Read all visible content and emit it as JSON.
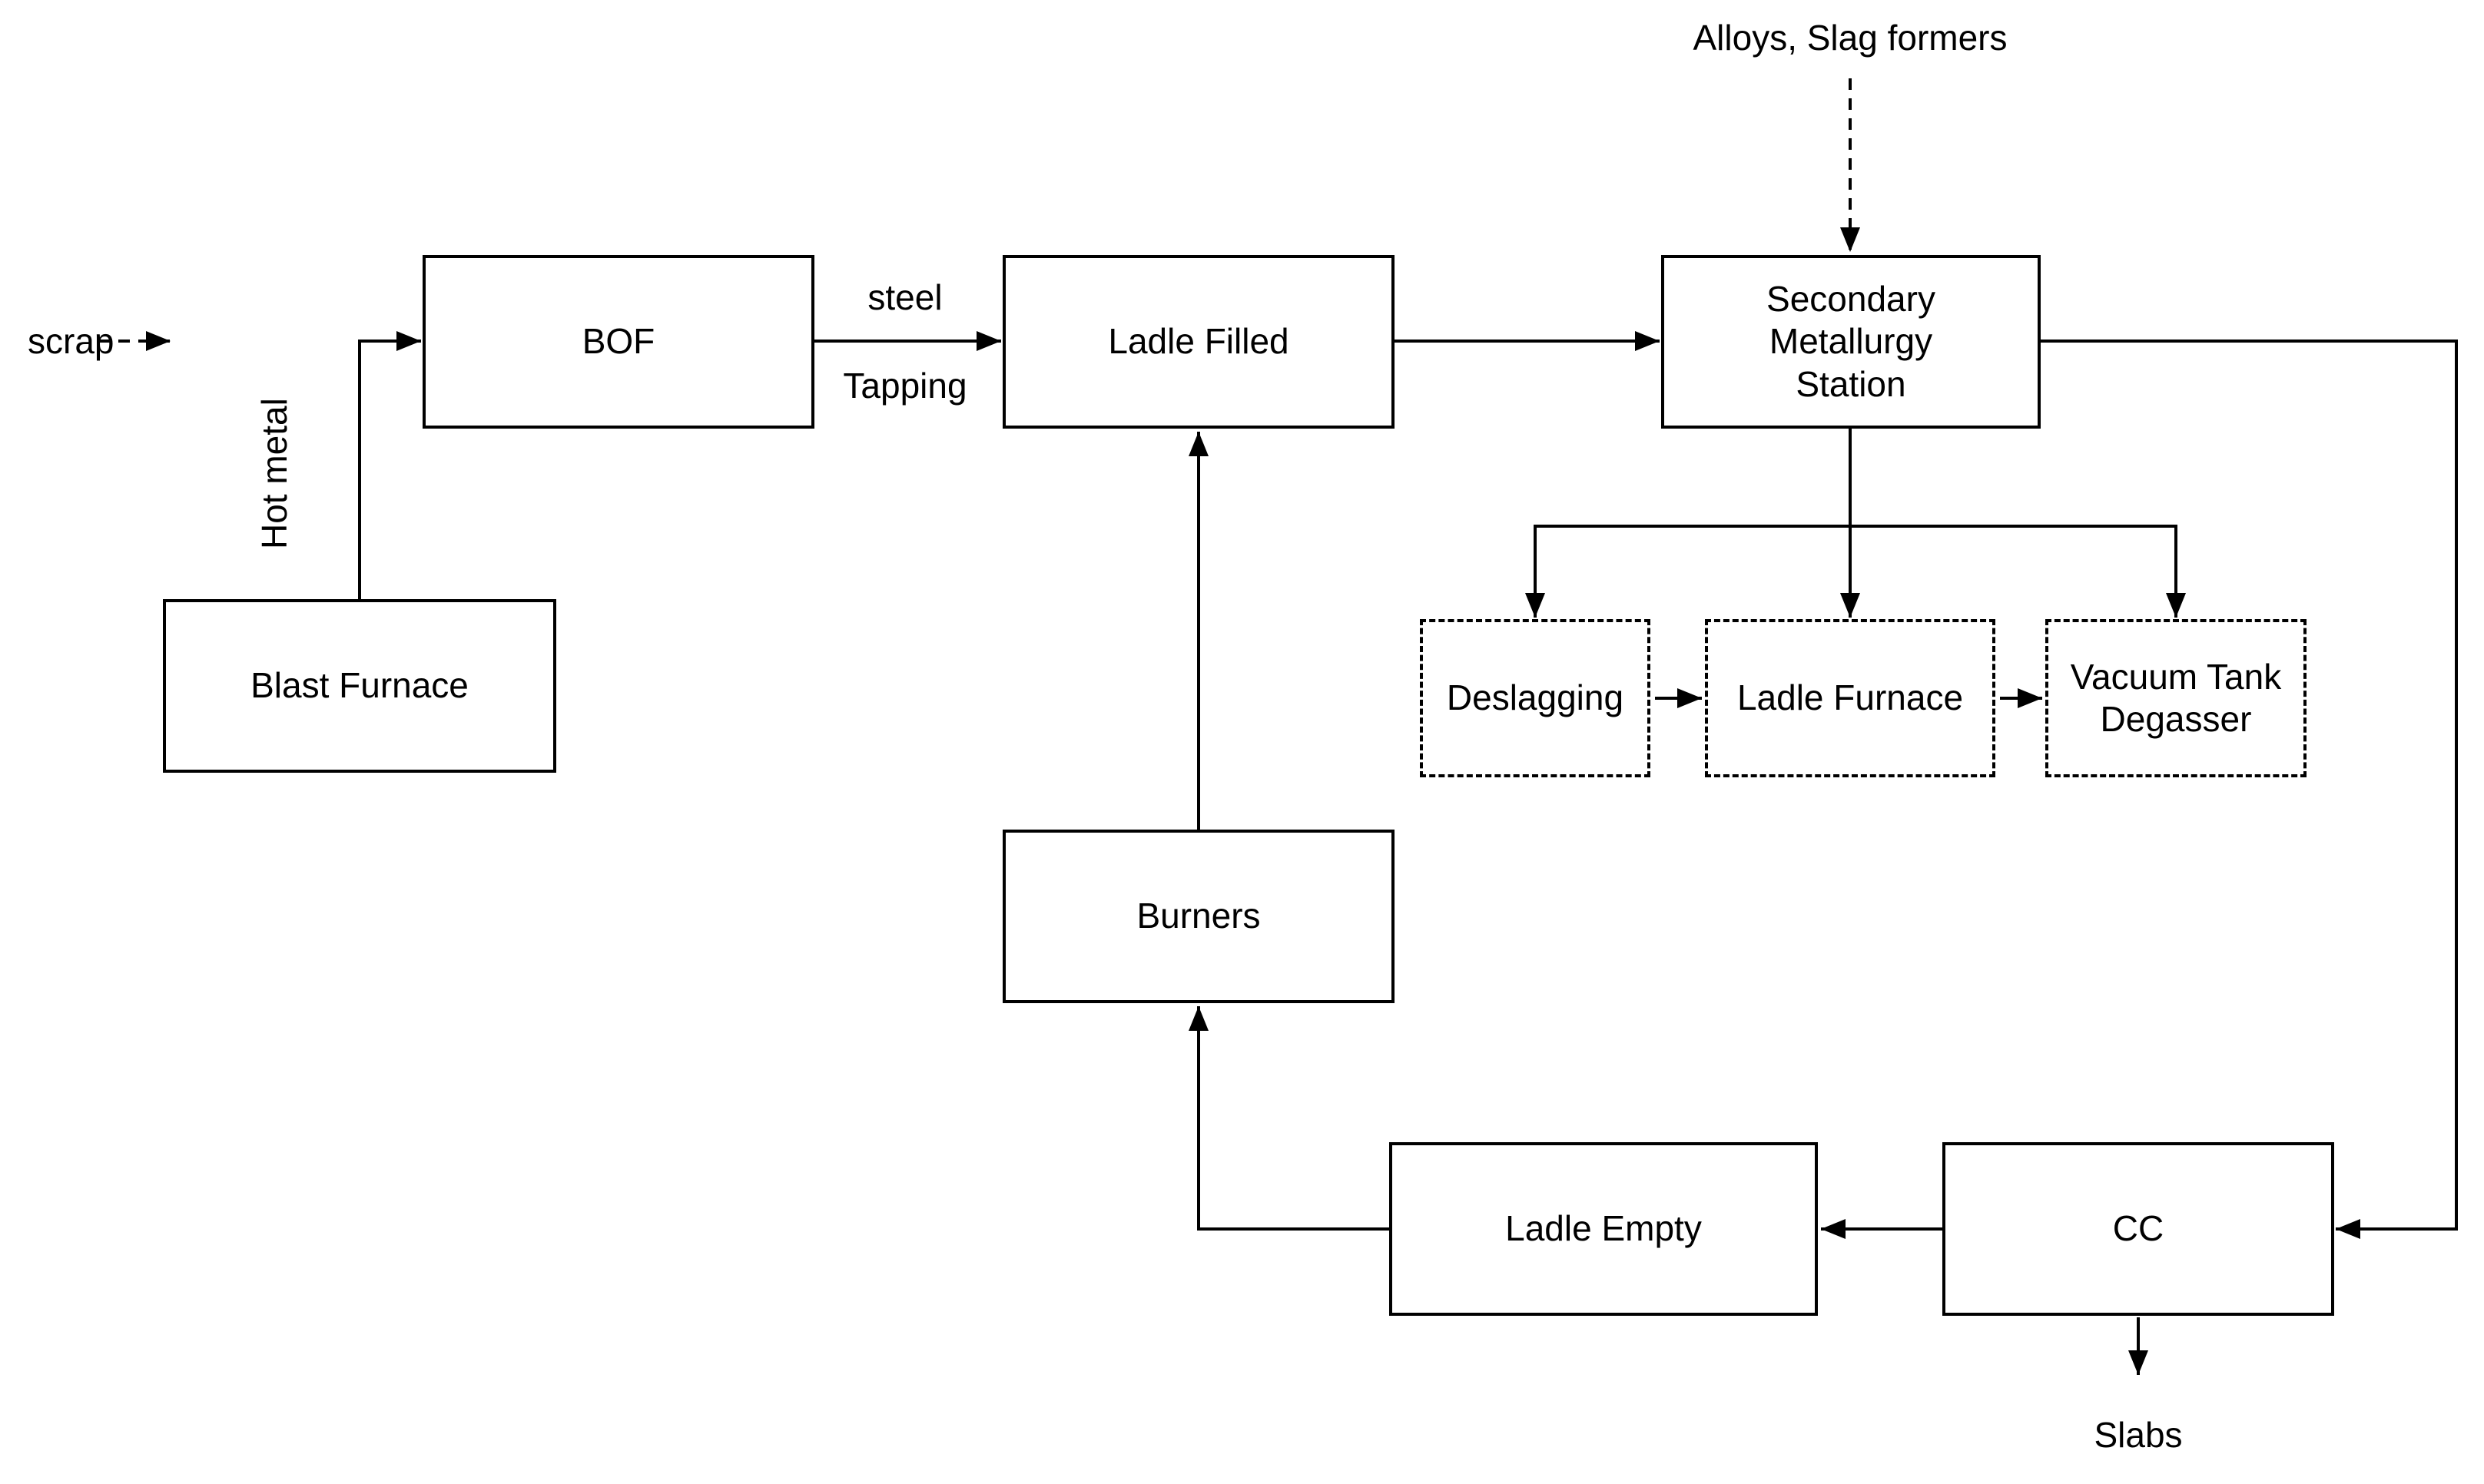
{
  "nodes": {
    "bof": {
      "label": "BOF"
    },
    "ladle_filled": {
      "label": "Ladle Filled"
    },
    "secondary_metallurgy_station": {
      "label": "Secondary\nMetallurgy\nStation"
    },
    "blast_furnace": {
      "label": "Blast Furnace"
    },
    "burners": {
      "label": "Burners"
    },
    "ladle_empty": {
      "label": "Ladle Empty"
    },
    "cc": {
      "label": "CC"
    },
    "deslagging": {
      "label": "Deslagging"
    },
    "ladle_furnace": {
      "label": "Ladle Furnace"
    },
    "vacuum_tank_degasser": {
      "label": "Vacuum Tank\nDegasser"
    }
  },
  "edge_labels": {
    "scrap": "scrap",
    "hot_metal": "Hot metal",
    "steel": "steel",
    "tapping": "Tapping",
    "alloys_slag_formers": "Alloys, Slag formers",
    "slabs": "Slabs"
  },
  "edges": [
    {
      "from": "scrap",
      "to": "bof-input-junction",
      "style": "dashed-arrow"
    },
    {
      "from": "blast_furnace",
      "to": "bof",
      "style": "solid-arrow",
      "label": "Hot metal"
    },
    {
      "from": "bof",
      "to": "ladle_filled",
      "style": "solid-arrow",
      "label": "steel / Tapping"
    },
    {
      "from": "ladle_filled",
      "to": "secondary_metallurgy_station",
      "style": "solid-arrow"
    },
    {
      "from": "alloys_slag_formers",
      "to": "secondary_metallurgy_station",
      "style": "dashed-arrow"
    },
    {
      "from": "secondary_metallurgy_station",
      "to": "deslagging",
      "style": "solid-arrow"
    },
    {
      "from": "secondary_metallurgy_station",
      "to": "ladle_furnace",
      "style": "solid-arrow"
    },
    {
      "from": "secondary_metallurgy_station",
      "to": "vacuum_tank_degasser",
      "style": "solid-arrow"
    },
    {
      "from": "deslagging",
      "to": "ladle_furnace",
      "style": "solid-arrow"
    },
    {
      "from": "ladle_furnace",
      "to": "vacuum_tank_degasser",
      "style": "solid-arrow"
    },
    {
      "from": "secondary_metallurgy_station",
      "to": "cc",
      "style": "solid-arrow"
    },
    {
      "from": "cc",
      "to": "ladle_empty",
      "style": "solid-arrow"
    },
    {
      "from": "ladle_empty",
      "to": "burners",
      "style": "solid-arrow"
    },
    {
      "from": "burners",
      "to": "ladle_filled",
      "style": "solid-arrow"
    },
    {
      "from": "cc",
      "to": "slabs",
      "style": "solid-arrow"
    }
  ],
  "colors": {
    "line": "#000000",
    "text": "#000000",
    "node_fill": "#ffffff",
    "background": "#ffffff"
  }
}
